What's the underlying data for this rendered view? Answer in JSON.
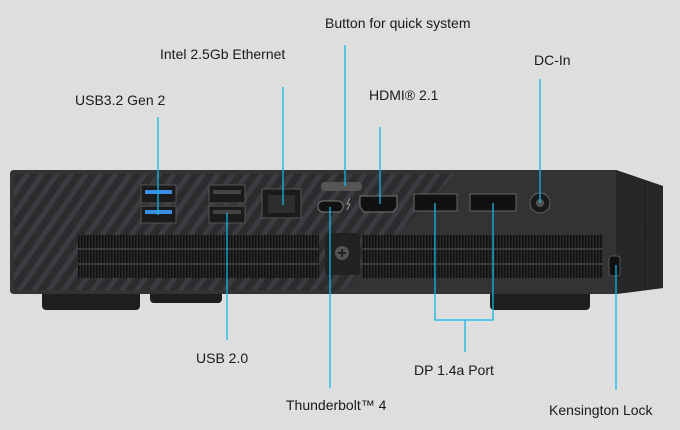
{
  "colors": {
    "accent": "#13b5e8",
    "body": "#2e2f31",
    "background": "#dedede"
  },
  "labels": {
    "usb32": "USB3.2 Gen 2",
    "ethernet": "Intel 2.5Gb Ethernet",
    "button": "Button for quick system",
    "hdmi": "HDMI® 2.1",
    "dcin": "DC-In",
    "usb20": "USB 2.0",
    "thunderbolt": "Thunderbolt™ 4",
    "dp": "DP 1.4a Port",
    "kensington": "Kensington Lock"
  }
}
